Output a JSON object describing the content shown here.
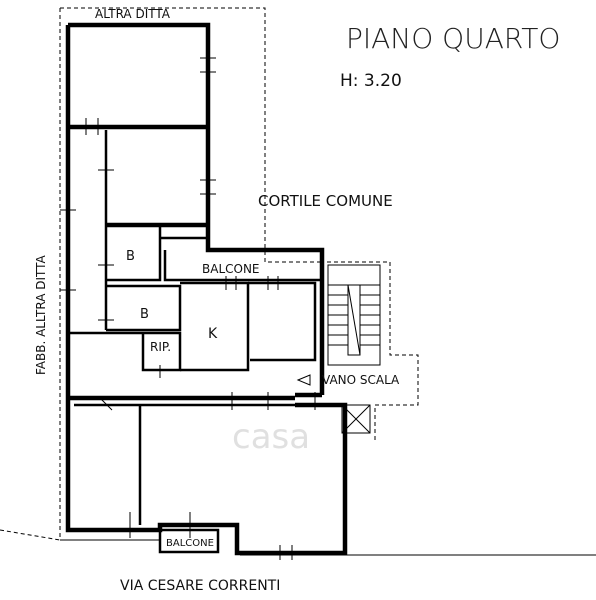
{
  "title": {
    "floor": "PIANO QUARTO",
    "height": "H: 3.20"
  },
  "labels": {
    "north_neighbor": "ALTRA DITTA",
    "west_neighbor": "FABB. ALLTRA DITTA",
    "courtyard": "CORTILE COMUNE",
    "balcony_top": "BALCONE",
    "balcony_bottom": "BALCONE",
    "bath_1": "B",
    "bath_2": "B",
    "kitchen": "K",
    "storage": "RIP.",
    "stairwell": "VANO SCALA",
    "street": "VIA CESARE CORRENTI"
  },
  "watermark": "casa"
}
